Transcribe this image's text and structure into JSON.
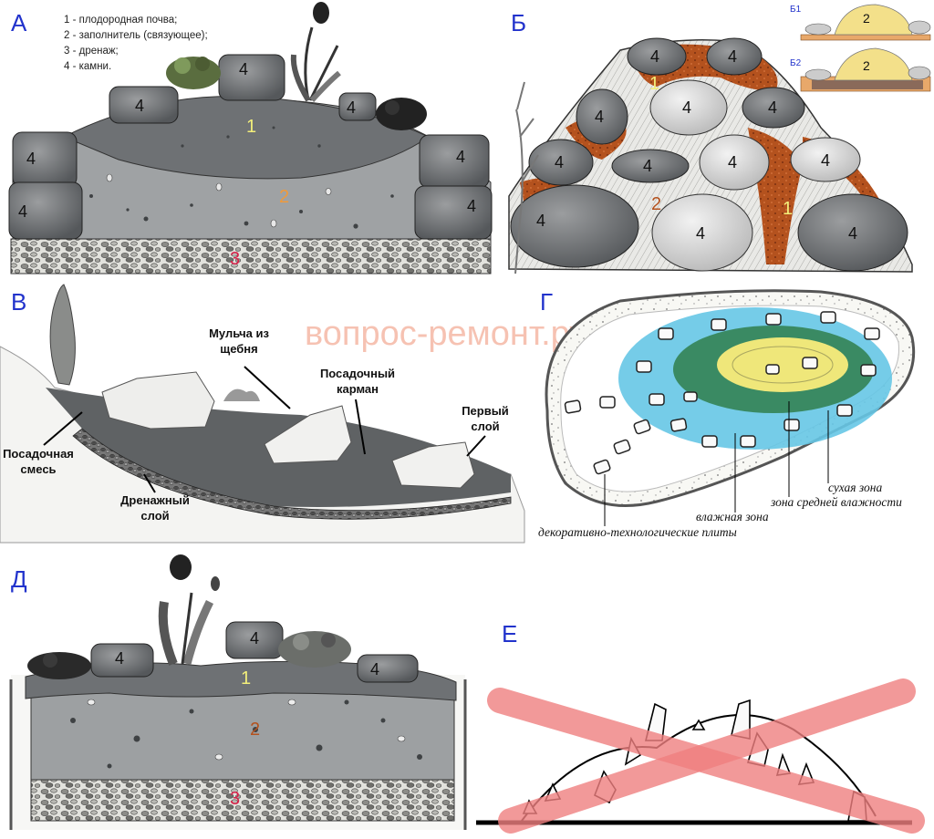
{
  "panels": {
    "a": {
      "letter": "А",
      "legend": [
        "1 - плодородная почва;",
        "2 - заполнитель (связующее);",
        "3 - дренаж;",
        "4 - камни."
      ],
      "n1": "1",
      "n2": "2",
      "n3": "3",
      "n4": "4"
    },
    "b": {
      "letter": "Б",
      "n1": "1",
      "n2": "2",
      "n4": "4",
      "inset1": "Б1",
      "inset2": "Б2"
    },
    "v": {
      "letter": "В",
      "labels": {
        "mulch": [
          "Мульча из",
          "щебня"
        ],
        "pocket": [
          "Посадочный",
          "карман"
        ],
        "first": [
          "Первый",
          "слой"
        ],
        "mix": [
          "Посадочная",
          "смесь"
        ],
        "drain": [
          "Дренажный",
          "слой"
        ]
      }
    },
    "g": {
      "letter": "Г",
      "labels": {
        "dry": "сухая зона",
        "mid": "зона средней влажности",
        "wet": "влажная зона",
        "plates": "декоративно-технологические плиты"
      }
    },
    "d": {
      "letter": "Д",
      "n1": "1",
      "n2": "2",
      "n3": "3",
      "n4": "4"
    },
    "e": {
      "letter": "Е"
    }
  },
  "watermark": "вопрос-ремонт.ру",
  "colors": {
    "letter": "#2233cc",
    "soil": "#6f7275",
    "filler": "#9da0a2",
    "drain": "#d9d9d4",
    "rust": "#b4521e",
    "wet_blue": "#66c7e6",
    "mid_green": "#3a8a63",
    "dry_yellow": "#efe77a",
    "cross": "#f08080"
  }
}
